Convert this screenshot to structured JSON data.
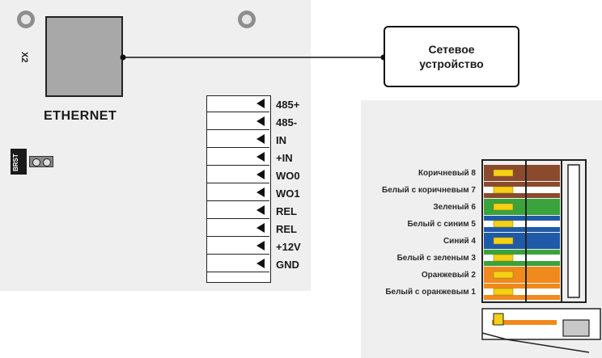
{
  "board": {
    "connector_label": "X2",
    "ethernet_label": "ETHERNET",
    "reset_label": "BRST"
  },
  "terminals": [
    "485+",
    "485-",
    "IN",
    "+IN",
    "WO0",
    "WO1",
    "REL",
    "REL",
    "+12V",
    "GND"
  ],
  "device": {
    "line1": "Сетевое",
    "line2": "устройство"
  },
  "pinout": {
    "wires": [
      {
        "label": "Коричневый 8",
        "pin": 8,
        "striped": false,
        "color": "#8b4a2e"
      },
      {
        "label": "Белый с коричневым 7",
        "pin": 7,
        "striped": true,
        "color": "#8b4a2e"
      },
      {
        "label": "Зеленый 6",
        "pin": 6,
        "striped": false,
        "color": "#3aa33b"
      },
      {
        "label": "Белый с синим 5",
        "pin": 5,
        "striped": true,
        "color": "#1f5aa8"
      },
      {
        "label": "Синий 4",
        "pin": 4,
        "striped": false,
        "color": "#1f5aa8"
      },
      {
        "label": "Белый с зеленым 3",
        "pin": 3,
        "striped": true,
        "color": "#3aa33b"
      },
      {
        "label": "Оранжевый 2",
        "pin": 2,
        "striped": false,
        "color": "#f08a1c"
      },
      {
        "label": "Белый с оранжевым 1",
        "pin": 1,
        "striped": true,
        "color": "#f08a1c"
      }
    ],
    "contact_color": "#f5d016"
  }
}
